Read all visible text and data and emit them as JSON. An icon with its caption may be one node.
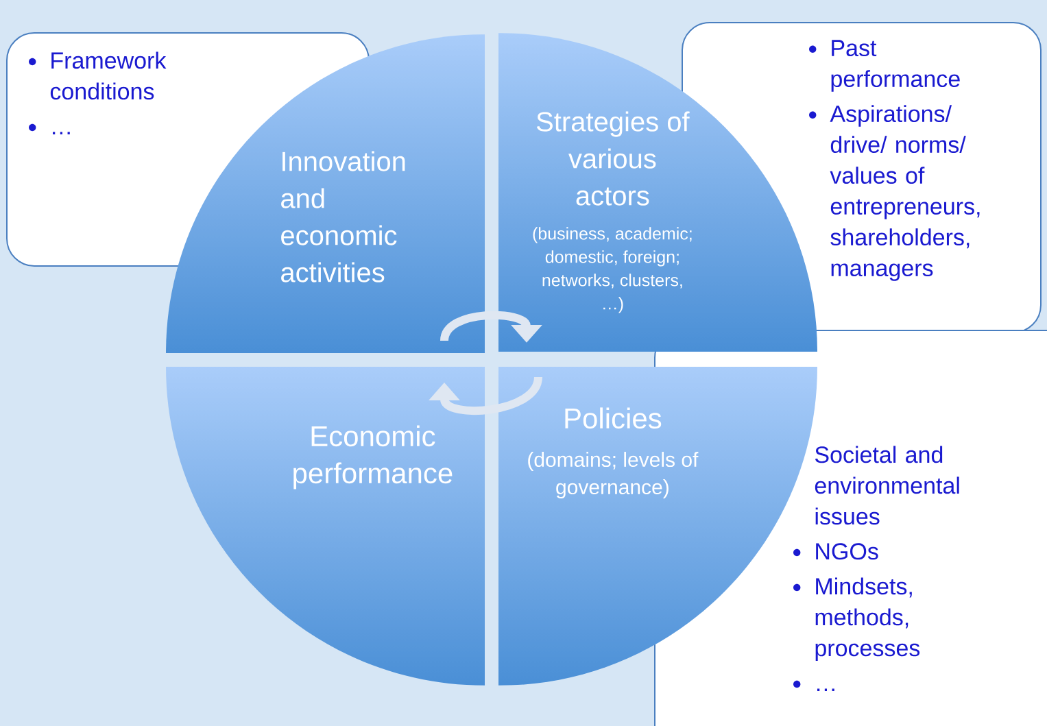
{
  "diagram": {
    "nodes": [
      {
        "text": [
          "Framework conditions",
          "…"
        ]
      },
      {
        "text": [
          "Past performance",
          "Aspirations/ drive/ norms/ values of entrepreneurs, shareholders, managers"
        ]
      },
      {
        "text": [
          "Societal and environmental issues",
          "NGOs",
          "Mindsets, methods, processes",
          "…"
        ]
      },
      {
        "text": [
          "Innovation and economic activities"
        ]
      },
      {
        "text": [
          "Strategies of various actors",
          "(business, academic; domestic, foreign; networks, clusters, …)"
        ]
      },
      {
        "text": [
          "Economic performance"
        ]
      },
      {
        "text": [
          "Policies",
          "(domains; levels of governance)"
        ]
      }
    ],
    "edges": [
      {
        "from": 3,
        "to": 4,
        "arrow": "to",
        "color": "#dfe7f2"
      },
      {
        "from": 6,
        "to": 5,
        "arrow": "to",
        "color": "#dfe7f2"
      }
    ]
  }
}
